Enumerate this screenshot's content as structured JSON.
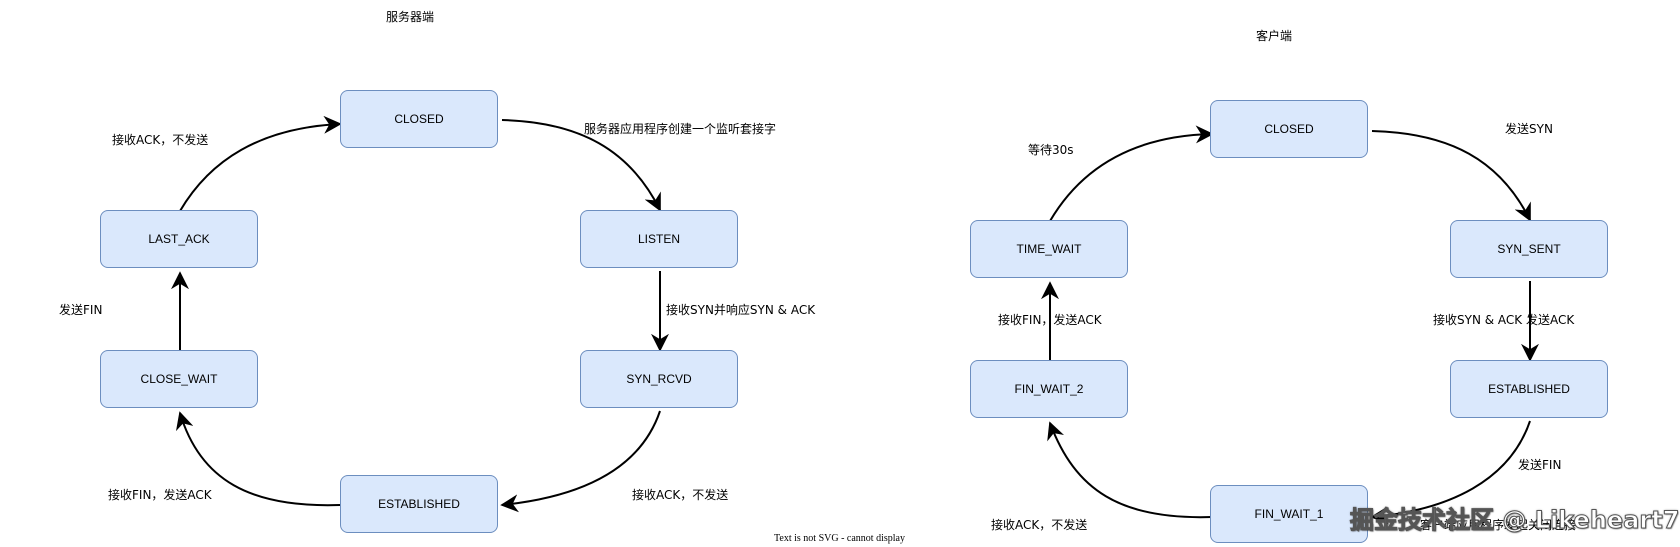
{
  "server": {
    "title": "服务器端",
    "states": {
      "closed": "CLOSED",
      "listen": "LISTEN",
      "syn_rcvd": "SYN_RCVD",
      "established": "ESTABLISHED",
      "close_wait": "CLOSE_WAIT",
      "last_ack": "LAST_ACK"
    },
    "transitions": {
      "closed_to_listen": "服务器应用程序创建一个监听套接字",
      "listen_to_syn_rcvd": "接收SYN并响应SYN & ACK",
      "syn_rcvd_to_established": "接收ACK，不发送",
      "established_to_close_wait": "接收FIN，发送ACK",
      "close_wait_to_last_ack": "发送FIN",
      "last_ack_to_closed": "接收ACK，不发送"
    }
  },
  "client": {
    "title": "客户端",
    "states": {
      "closed": "CLOSED",
      "syn_sent": "SYN_SENT",
      "established": "ESTABLISHED",
      "fin_wait_1": "FIN_WAIT_1",
      "fin_wait_2": "FIN_WAIT_2",
      "time_wait": "TIME_WAIT"
    },
    "transitions": {
      "closed_to_syn_sent": "发送SYN",
      "syn_sent_to_established": "接收SYN & ACK  发送ACK",
      "established_to_fin_wait_1": "发送FIN",
      "fin_wait_1_note": "客户端应用程序发起关闭连接",
      "fin_wait_1_to_fin_wait_2": "接收ACK，不发送",
      "fin_wait_2_to_time_wait": "接收FIN，发送ACK",
      "time_wait_to_closed": "等待30s"
    }
  },
  "svg_notice": "Text is not SVG - cannot display",
  "watermark": "掘金技术社区 @ Likeheart7",
  "colors": {
    "node_fill": "#dae8fc",
    "node_stroke": "#6c8ebf",
    "edge": "#000000"
  }
}
